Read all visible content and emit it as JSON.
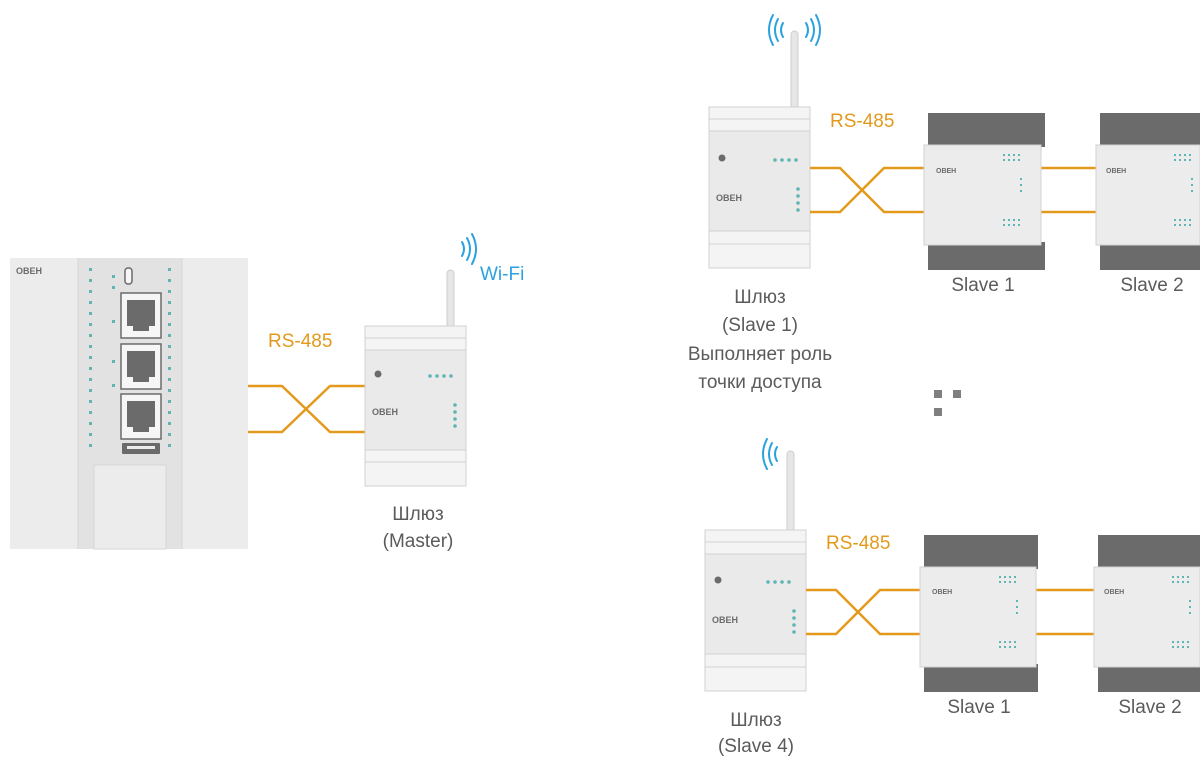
{
  "brand": "ОВЕН",
  "colors": {
    "wire": "#e39a1c",
    "wifi": "#2aa2df",
    "device_body": "#ececec",
    "device_outline": "#d2d2d2",
    "led": "#5fb4b4",
    "text": "#5b5b5b",
    "module_dark": "#6b6b6b"
  },
  "icons": [
    "wifi-signal-icon",
    "antenna-icon",
    "rj45-port-icon",
    "ellipsis-dots-icon"
  ],
  "left_group": {
    "bus_label": "RS-485",
    "wifi_label": "Wi-Fi",
    "gateway": {
      "line1": "Шлюз",
      "line2": "(Master)"
    }
  },
  "top_group": {
    "bus_label": "RS-485",
    "gateway": {
      "line1": "Шлюз",
      "line2": "(Slave 1)",
      "line3": "Выполняет роль",
      "line4": "точки доступа"
    },
    "slaves": [
      "Slave 1",
      "Slave 2"
    ]
  },
  "bottom_group": {
    "bus_label": "RS-485",
    "gateway": {
      "line1": "Шлюз",
      "line2": "(Slave 4)"
    },
    "slaves": [
      "Slave 1",
      "Slave 2"
    ]
  }
}
